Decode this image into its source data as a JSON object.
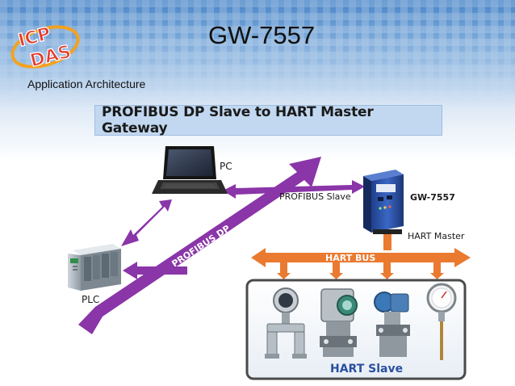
{
  "logo": {
    "line1": "ICP",
    "line2": "DAS"
  },
  "title": "GW-7557",
  "subtitle": "Application Architecture",
  "banner": "PROFIBUS DP Slave to HART Master Gateway",
  "labels": {
    "pc": "PC",
    "plc": "PLC",
    "profibus_dp": "PROFIBUS DP",
    "profibus_slave": "PROFIBUS Slave",
    "gateway": "GW-7557",
    "hart_master": "HART Master",
    "hart_bus": "HART BUS",
    "hart_slave": "HART Slave"
  },
  "colors": {
    "profibus_arrow": "#8a35a8",
    "hart_arrow": "#ea7a30",
    "banner_bg": "#c2d8f1"
  }
}
